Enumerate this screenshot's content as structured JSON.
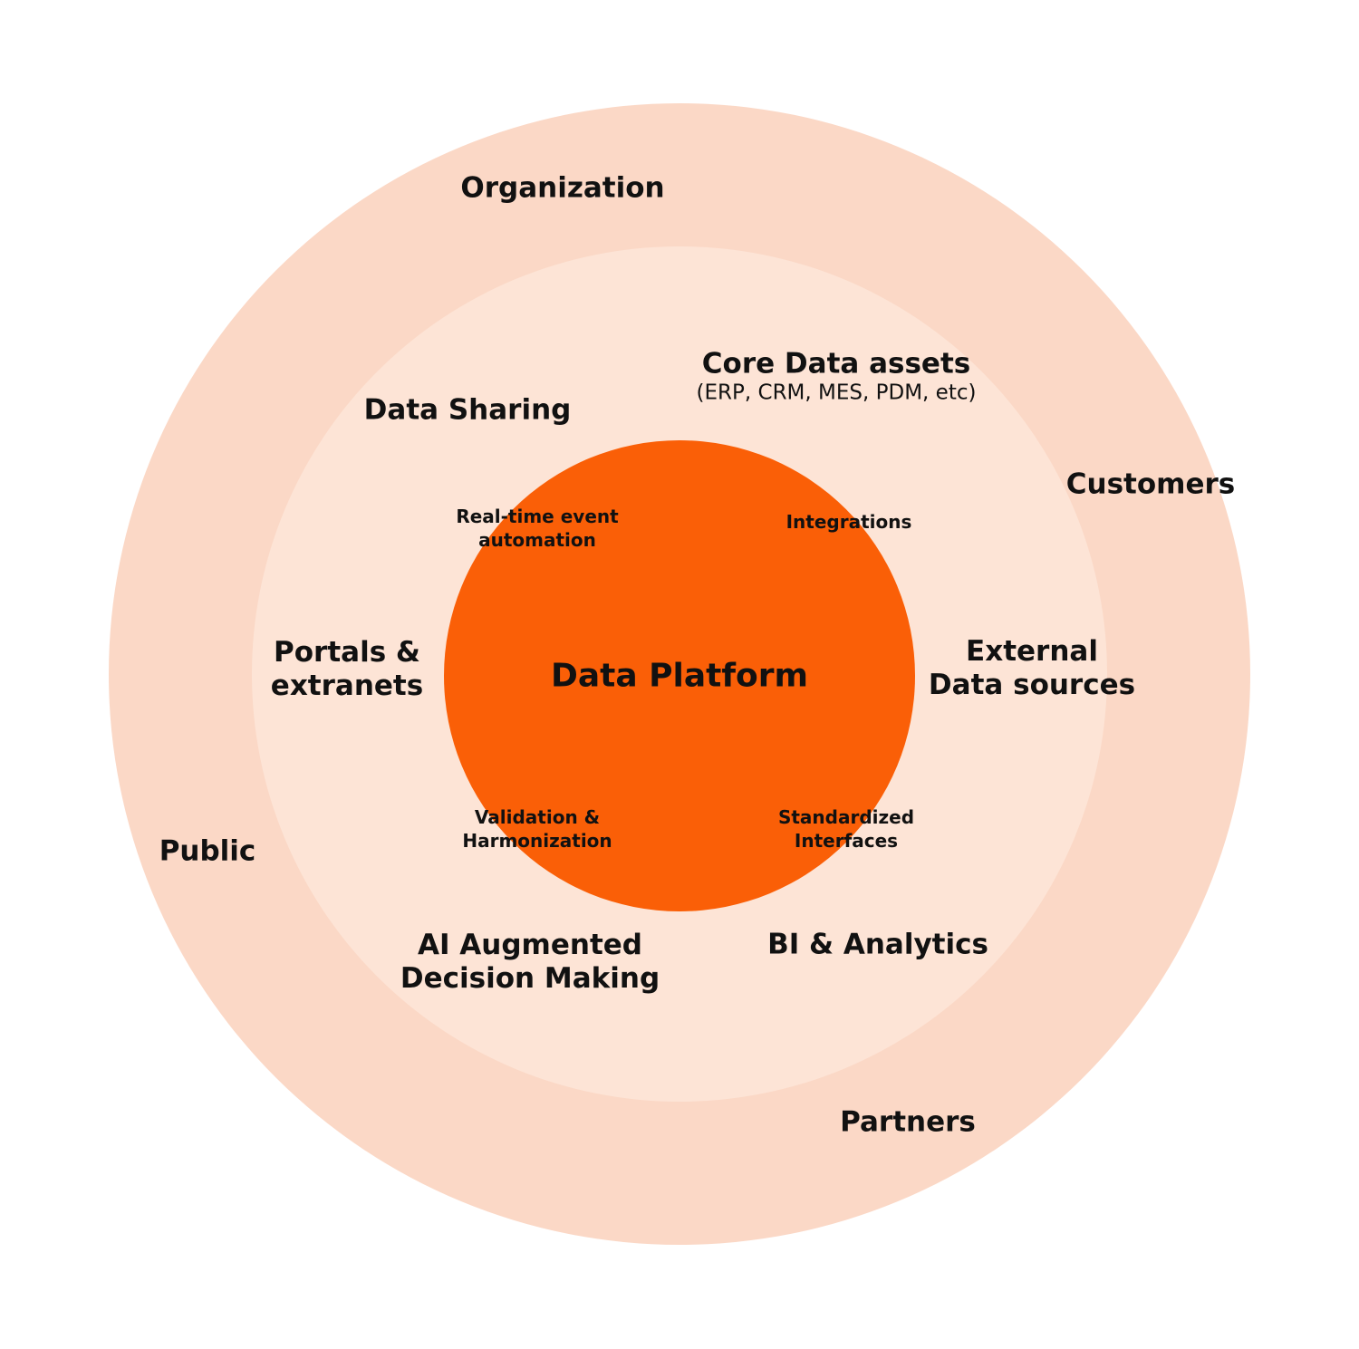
{
  "colors": {
    "outer_ring": "#fbd8c6",
    "middle_ring": "#fde4d6",
    "core": "#fa5f07",
    "text": "#111111"
  },
  "outer_ring": {
    "labels": {
      "organization": "Organization",
      "customers": "Customers",
      "public": "Public",
      "partners": "Partners"
    }
  },
  "middle_ring": {
    "labels": {
      "data_sharing": "Data Sharing",
      "core_data_assets": "Core Data assets",
      "core_data_assets_sub": "(ERP, CRM, MES, PDM, etc)",
      "portals_line1": "Portals &",
      "portals_line2": "extranets",
      "external_line1": "External",
      "external_line2": "Data sources",
      "ai_line1": "AI Augmented",
      "ai_line2": "Decision Making",
      "bi_analytics": "BI & Analytics"
    }
  },
  "core": {
    "title": "Data Platform",
    "labels": {
      "realtime_line1": "Real-time event",
      "realtime_line2": "automation",
      "integrations": "Integrations",
      "validation_line1": "Validation &",
      "validation_line2": "Harmonization",
      "standardized_line1": "Standardized",
      "standardized_line2": "Interfaces"
    }
  }
}
